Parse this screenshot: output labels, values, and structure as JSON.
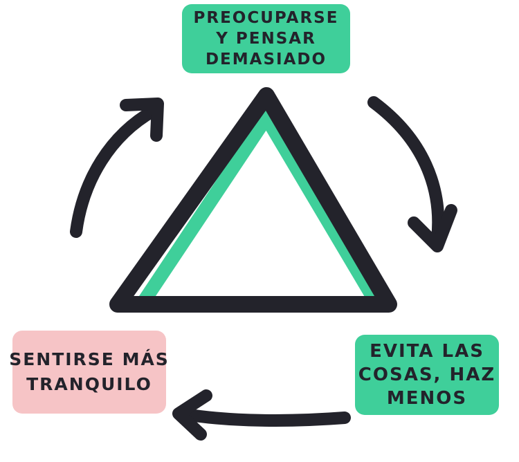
{
  "colors": {
    "ink": "#23232b",
    "green": "#3fcf9a",
    "pink": "#f6c4c6",
    "background": "#ffffff"
  },
  "boxes": {
    "top": {
      "lines": [
        "PREOCUPARSE",
        "Y PENSAR",
        "DEMASIADO"
      ]
    },
    "right": {
      "lines": [
        "EVITA LAS",
        "COSAS, HAZ",
        "MENOS"
      ]
    },
    "left": {
      "lines": [
        "SENTIRSE MÁS",
        "TRANQUILO"
      ]
    }
  },
  "icons": [
    "cycle-arrow",
    "triangle"
  ]
}
